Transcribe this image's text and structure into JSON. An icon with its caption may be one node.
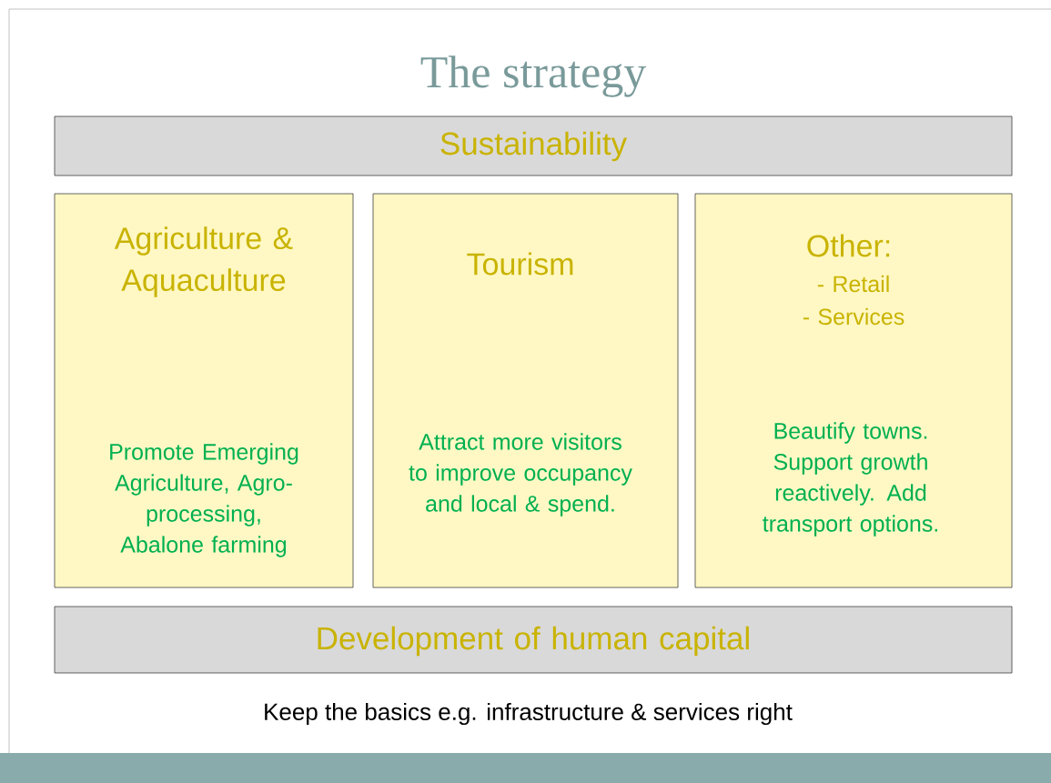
{
  "diagram": {
    "title": "The strategy",
    "nodes": [
      {
        "text": [
          "Sustainability"
        ]
      },
      {
        "text": [
          "Agriculture & Aquaculture",
          "Promote Emerging Agriculture, Agro-processing, Abalone farming"
        ]
      },
      {
        "text": [
          "Tourism",
          "Attract more visitors to improve occupancy and local & spend."
        ]
      },
      {
        "text": [
          "Other:",
          "- Retail",
          "- Services",
          "Beautify towns. Support growth reactively. Add transport options."
        ]
      },
      {
        "text": [
          "Development of human capital"
        ]
      }
    ],
    "labels": [
      "Keep the basics e.g. infrastructure & services right"
    ]
  }
}
